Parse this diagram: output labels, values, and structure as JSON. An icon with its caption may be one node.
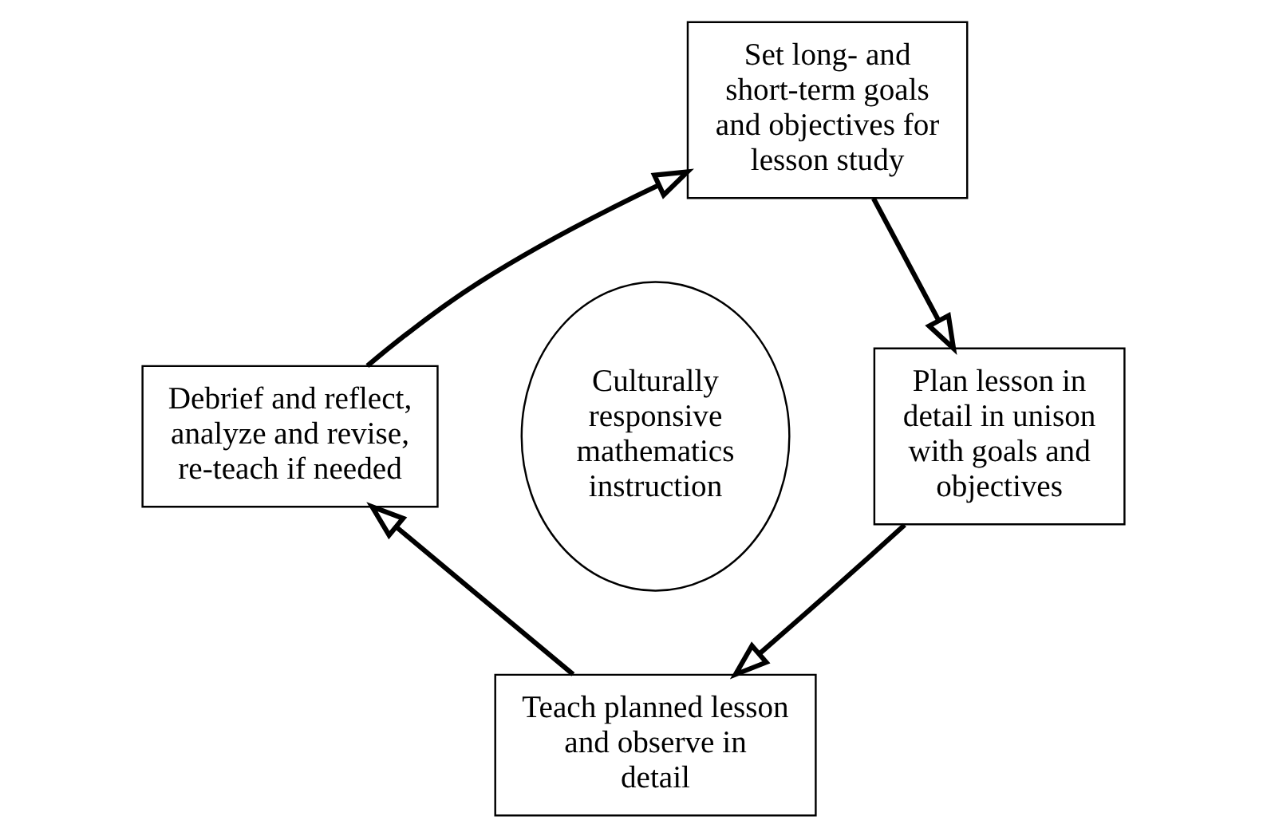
{
  "diagram": {
    "nodes": [
      {
        "text": [
          "Set long- and short-term goals and objectives for lesson study"
        ]
      },
      {
        "text": [
          "Plan lesson in detail in unison with goals and objectives"
        ]
      },
      {
        "text": [
          "Teach planned lesson and observe in detail"
        ]
      },
      {
        "text": [
          "Debrief and reflect, analyze and revise, re-teach if needed"
        ]
      },
      {
        "text": [
          "Culturally responsive mathematics instruction"
        ]
      }
    ],
    "edges": [
      {
        "from": 0,
        "to": 1,
        "arrow": "to"
      },
      {
        "from": 1,
        "to": 2,
        "arrow": "to"
      },
      {
        "from": 2,
        "to": 3,
        "arrow": "to"
      },
      {
        "from": 3,
        "to": 0,
        "arrow": "to"
      }
    ]
  }
}
